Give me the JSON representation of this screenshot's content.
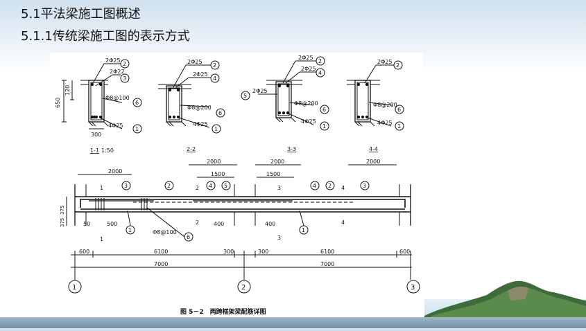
{
  "slide": {
    "title1": "5.1平法梁施工图概述",
    "title2": "5.1.1传统梁施工图的表示方式"
  },
  "sections": {
    "s11": "1-1",
    "s11_scale": "1:50",
    "s22": "2-2",
    "s33": "3-3",
    "s44": "4-4",
    "dim_650": "650",
    "dim_120": "120",
    "dim_300": "300",
    "rebar_2d25": "2Φ25",
    "rebar_2d22": "2Φ22",
    "rebar_stirrup_100": "Φ8@100",
    "rebar_stirrup_200": "Φ8@200",
    "rebar_4d25": "4Φ25",
    "m1": "1",
    "m2": "2",
    "m3": "3",
    "m4": "4",
    "m5": "5",
    "m6": "6"
  },
  "elevation": {
    "d2000": "2000",
    "d1500": "1500",
    "d375": "375",
    "d50": "50",
    "d500": "500",
    "d400": "400",
    "d600": "600",
    "d6100": "6100",
    "d300": "300",
    "d7000": "7000",
    "stirrup": "Φ8@100",
    "axis1": "1",
    "axis2": "2",
    "axis3": "3",
    "cut1": "1",
    "cut2": "2",
    "cut3": "3",
    "cut4": "4"
  },
  "caption": "图 5－2　两跨框架梁配筋详图",
  "colors": {
    "header_gradient_top": "#cfe0ee",
    "bottom_bar": "#7f9bb1"
  }
}
